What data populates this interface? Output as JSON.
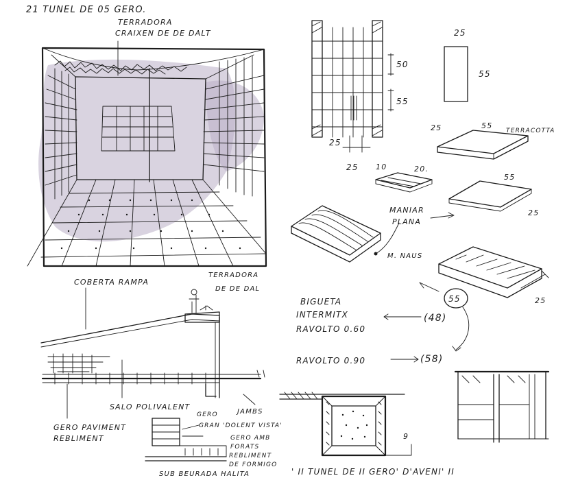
{
  "header": {
    "title": "21 TUNEL DE 05 GERO."
  },
  "perspective": {
    "ceiling_note_line1": "TERRADORA",
    "ceiling_note_line2": "CRAIXEN DE DE DALT"
  },
  "section": {
    "roof_label": "COBERTA RAMPA",
    "terrace_label_line1": "TERRADORA",
    "terrace_label_line2": "DE DE DAL",
    "hall_label": "SALO POLIVALENT",
    "floor_label_line1": "GERO PAVIMENT",
    "floor_label_line2": "REBLIMENT",
    "right_label": "JAMBS"
  },
  "detail_notes": {
    "line1": "GERO",
    "line2": "GRAN 'DOLENT VISTA'",
    "line3": "GERO AMB",
    "line4": "FORATS",
    "line5": "REBLIMENT",
    "line6": "DE FORMIGO",
    "bottom": "SUB BEURADA HALITA"
  },
  "dimensions": {
    "elevation_width": "25",
    "elevation_gap": "25",
    "elevation_row_a": "50",
    "elevation_row_b": "55",
    "block_width": "25",
    "block_height": "55",
    "tile_a_width": "25",
    "tile_a_length": "55",
    "tile_a_label": "TERRACOTTA",
    "small_tile_a": "10",
    "small_tile_b": "20.",
    "tile_c_length": "55",
    "tile_c_depth": "25",
    "beam_depth": "25",
    "circle_top": "55",
    "circle_mid": "(48)",
    "circle_bottom": "(58)",
    "beam_note": "M. NAUS"
  },
  "tile_notes": {
    "label_line1": "MANIAR",
    "label_line2": "PLANA"
  },
  "structure_notes": {
    "line1": "BIGUETA",
    "line2": "INTERMITX",
    "line3": "RAVOLTO 0.60",
    "line4": "RAVOLTO 0.90"
  },
  "footer": {
    "caption": "' II TUNEL DE II GERO' D'AVENI' II",
    "mark": "9"
  }
}
